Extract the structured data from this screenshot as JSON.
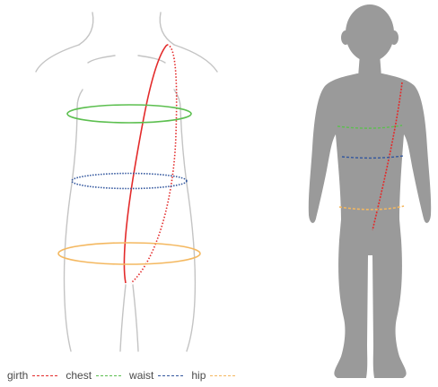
{
  "legend": [
    {
      "key": "girth",
      "label": "girth",
      "color": "#e32b2b"
    },
    {
      "key": "chest",
      "label": "chest",
      "color": "#5cbf4f"
    },
    {
      "key": "waist",
      "label": "waist",
      "color": "#33579e"
    },
    {
      "key": "hip",
      "label": "hip",
      "color": "#f4b860"
    }
  ],
  "colors": {
    "outline": "#c4c4c4",
    "silhouette": "#9a9a9a"
  }
}
